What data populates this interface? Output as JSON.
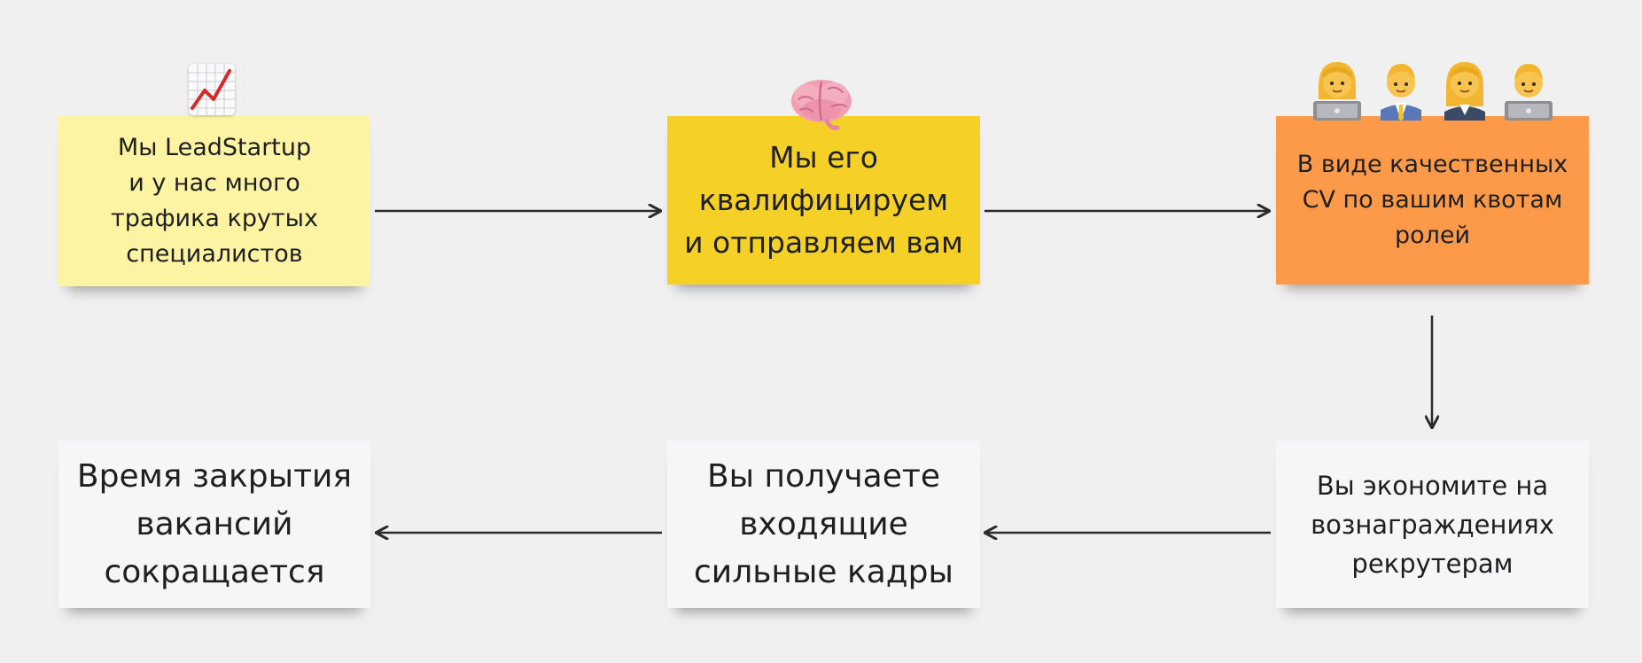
{
  "notes": {
    "n1": "Мы LeadStartup\nи у нас много\nтрафика крутых\nспециалистов",
    "n2": "Мы его\nквалифицируем\nи отправляем вам",
    "n3": "В виде качественных\nCV по вашим квотам\nролей",
    "n4": "Время закрытия\nвакансий\nсокращается",
    "n5": "Вы получаете\nвходящие\nсильные кадры",
    "n6": "Вы экономите на\nвознаграждениях\nрекрутерам"
  },
  "icons": {
    "n1": "chart-increasing-icon",
    "n2": "brain-icon",
    "n3": [
      "woman-technologist-icon",
      "man-office-worker-icon",
      "woman-office-worker-icon",
      "man-technologist-icon"
    ]
  },
  "colors": {
    "note_light_yellow": "#fcf4a3",
    "note_yellow": "#f5d128",
    "note_orange": "#fc9a4a",
    "note_white": "#f5f6f8",
    "arrow": "#2b2b2b"
  }
}
